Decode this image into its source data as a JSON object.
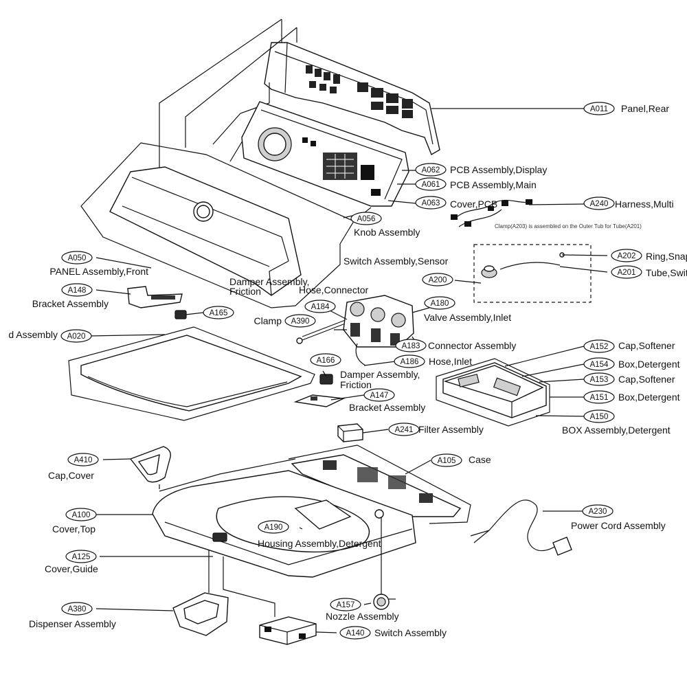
{
  "callouts": [
    {
      "code": "A011",
      "label": "Panel,Rear"
    },
    {
      "code": "A062",
      "label": "PCB Assembly,Display"
    },
    {
      "code": "A061",
      "label": "PCB Assembly,Main"
    },
    {
      "code": "A063",
      "label": "Cover,PCB"
    },
    {
      "code": "A240",
      "label": "Harness,Multi"
    },
    {
      "code": "A056",
      "label": "Knob Assembly"
    },
    {
      "code": "A050",
      "label": "PANEL Assembly,Front"
    },
    {
      "code": "A148",
      "label": "Bracket Assembly"
    },
    {
      "code": "A165",
      "label": ""
    },
    {
      "code": "A020",
      "label": "d Assembly"
    },
    {
      "code": "A184",
      "label": "Hose,Connector"
    },
    {
      "code": "A390",
      "label": "Clamp"
    },
    {
      "code": "A180",
      "label": "Valve Assembly,Inlet"
    },
    {
      "code": "A183",
      "label": "Connector Assembly"
    },
    {
      "code": "A186",
      "label": "Hose,Inlet"
    },
    {
      "code": "A166",
      "label": "Damper Assembly,\nFriction"
    },
    {
      "code": "A147",
      "label": "Bracket Assembly"
    },
    {
      "code": "A200",
      "label": ""
    },
    {
      "code": "A202",
      "label": "Ring,Snap"
    },
    {
      "code": "A201",
      "label": "Tube,Switch"
    },
    {
      "code": "A152",
      "label": "Cap,Softener"
    },
    {
      "code": "A154",
      "label": "Box,Detergent"
    },
    {
      "code": "A153",
      "label": "Cap,Softener"
    },
    {
      "code": "A151",
      "label": "Box,Detergent"
    },
    {
      "code": "A150",
      "label": "BOX Assembly,Detergent"
    },
    {
      "code": "A241",
      "label": "Filter Assembly"
    },
    {
      "code": "A105",
      "label": "Case"
    },
    {
      "code": "A410",
      "label": "Cap,Cover"
    },
    {
      "code": "A100",
      "label": "Cover,Top"
    },
    {
      "code": "A190",
      "label": "Housing Assembly,Detergent"
    },
    {
      "code": "A230",
      "label": "Power Cord Assembly"
    },
    {
      "code": "A125",
      "label": "Cover,Guide"
    },
    {
      "code": "A157",
      "label": "Nozzle Assembly"
    },
    {
      "code": "A380",
      "label": "Dispenser Assembly"
    },
    {
      "code": "A140",
      "label": "Switch Assembly"
    }
  ],
  "free_labels": [
    {
      "text": "Switch Assembly,Sensor"
    },
    {
      "text": "Damper Assembly,"
    },
    {
      "text": "Friction"
    }
  ],
  "note": "Clamp(A203) is assembled on the Outer Tub for Tube(A201)"
}
